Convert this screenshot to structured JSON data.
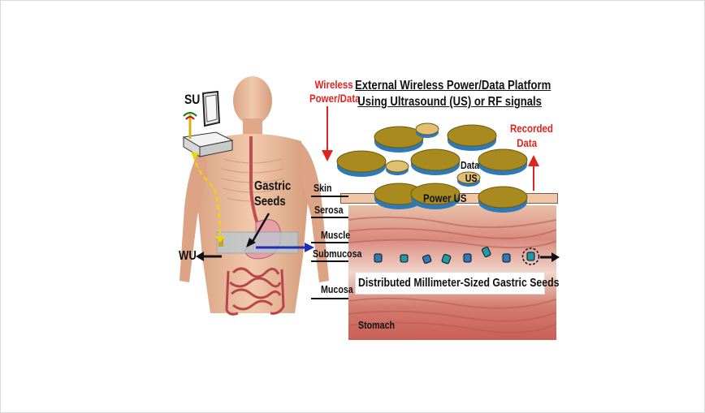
{
  "figure": {
    "labels": {
      "su": "SU",
      "wu": "WU",
      "gastric_seeds": [
        "Gastric",
        "Seeds"
      ],
      "wireless_power_data": [
        "Wireless",
        "Power/Data"
      ],
      "platform_title": [
        "External Wireless Power/Data Platform",
        "Using Ultrasound (US) or RF signals"
      ],
      "recorded_data": [
        "Recorded",
        "Data"
      ],
      "data_us": [
        "Data",
        "US"
      ],
      "power_us": "Power US",
      "layers": [
        "Skin",
        "Serosa",
        "Muscle",
        "Submucosa",
        "Mucosa"
      ],
      "seeds_caption": "Distributed Millimeter-Sized Gastric Seeds",
      "stomach": "Stomach"
    },
    "colors": {
      "title_red": "#e0241f",
      "disc_gold": "#a98a1f",
      "disc_blue": "#2f79b6",
      "tissue_pink": "#d99186",
      "skin_tan": "#e8b89a",
      "beam_yellow": "#f0d40a",
      "link_blue": "#1d2fb8"
    }
  }
}
